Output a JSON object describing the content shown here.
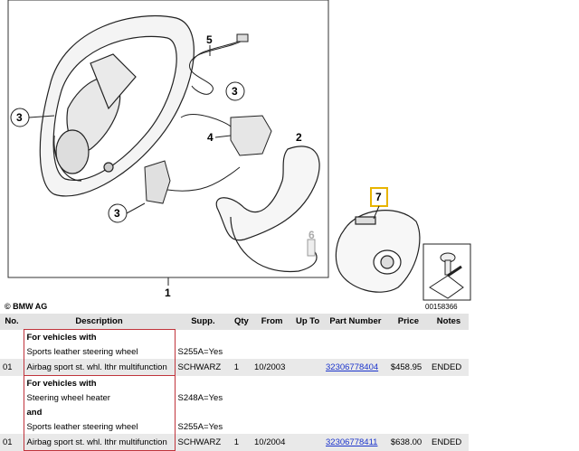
{
  "diagram": {
    "callouts": [
      "1",
      "2",
      "3",
      "3",
      "3",
      "4",
      "5",
      "6",
      "7"
    ],
    "image_code": "00158366",
    "highlight_color": "#e8b400"
  },
  "copyright": "© BMW AG",
  "table": {
    "headers": [
      "No.",
      "Description",
      "Supp.",
      "Qty",
      "From",
      "Up To",
      "Part Number",
      "Price",
      "Notes"
    ],
    "group1": {
      "conditions": [
        {
          "text": "For vehicles with",
          "bold": true,
          "supp": ""
        },
        {
          "text": "Sports leather steering wheel",
          "bold": false,
          "supp": "S255A=Yes"
        }
      ],
      "row": {
        "no": "01",
        "desc": "Airbag sport st. whl. lthr multifunction",
        "supp": "SCHWARZ",
        "qty": "1",
        "from": "10/2003",
        "upto": "",
        "part": "32306778404",
        "price": "$458.95",
        "notes": "ENDED"
      }
    },
    "group2": {
      "conditions": [
        {
          "text": "For vehicles with",
          "bold": true,
          "supp": ""
        },
        {
          "text": "Steering wheel heater",
          "bold": false,
          "supp": "S248A=Yes"
        },
        {
          "text": "and",
          "bold": true,
          "supp": ""
        },
        {
          "text": "Sports leather steering wheel",
          "bold": false,
          "supp": "S255A=Yes"
        }
      ],
      "row": {
        "no": "01",
        "desc": "Airbag sport st. whl. lthr multifunction",
        "supp": "SCHWARZ",
        "qty": "1",
        "from": "10/2004",
        "upto": "",
        "part": "32306778411",
        "price": "$638.00",
        "notes": "ENDED"
      }
    }
  }
}
